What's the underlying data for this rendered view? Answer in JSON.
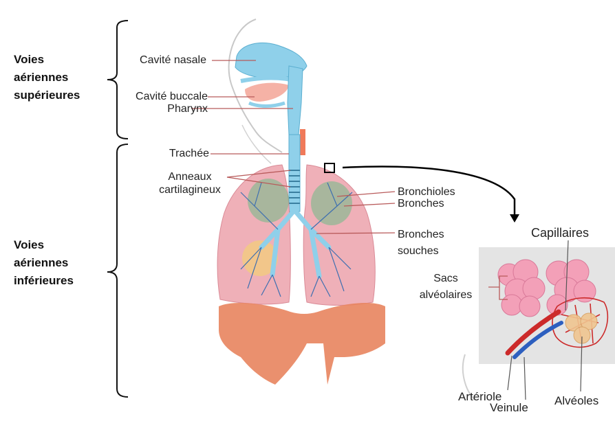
{
  "groups": {
    "upper": [
      "Voies",
      "aériennes",
      "supérieures"
    ],
    "lower": [
      "Voies",
      "aériennes",
      "inférieures"
    ]
  },
  "labels": {
    "nasal_cavity": "Cavité nasale",
    "oral_cavity": "Cavité buccale",
    "pharynx": "Pharynx",
    "trachea": "Trachée",
    "cartilage_rings": [
      "Anneaux",
      "cartilagineux"
    ],
    "bronchioles": "Bronchioles",
    "bronchi": "Bronches",
    "main_bronchi": [
      "Bronches",
      "souches"
    ],
    "capillaries": "Capillaires",
    "alveolar_sacs": [
      "Sacs",
      "alvéolaires"
    ],
    "arteriole": "Artériole",
    "venule": "Veinule",
    "alveoli": "Alvéoles"
  },
  "colors": {
    "airway_blue": "#8fd0ea",
    "lung_pink": "#efb0b8",
    "diaphragm_orange": "#e8845e",
    "bronchiole_green": "#5fae7a",
    "vessel_red": "#cc2a2a",
    "vessel_blue": "#2d5fbf",
    "leader_line": "#b85a5a",
    "bracket": "#111111"
  }
}
